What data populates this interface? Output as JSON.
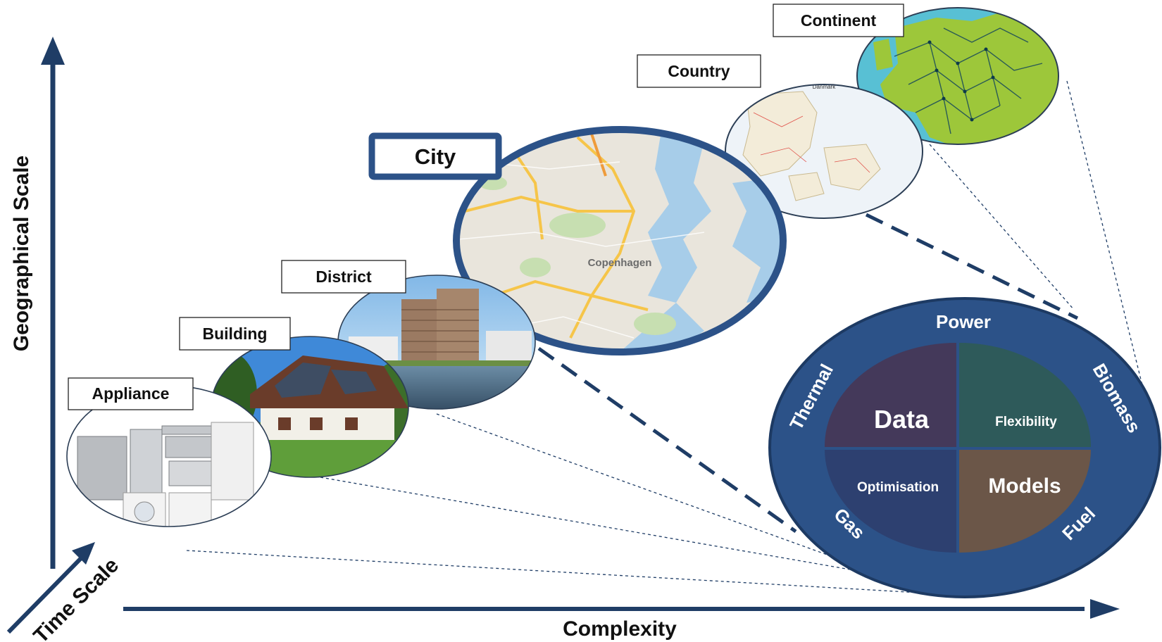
{
  "axes": {
    "vertical_label": "Geographical Scale",
    "horizontal_label": "Complexity",
    "diagonal_label": "Time Scale"
  },
  "levels": [
    {
      "label": "Appliance",
      "image": "home-appliances-photo"
    },
    {
      "label": "Building",
      "image": "house-with-solar-panels-photo"
    },
    {
      "label": "District",
      "image": "waterfront-district-photo"
    },
    {
      "label": "City",
      "image": "copenhagen-map"
    },
    {
      "label": "Country",
      "image": "denmark-map"
    },
    {
      "label": "Continent",
      "image": "europe-grid-map"
    }
  ],
  "map_text": {
    "city_name": "Copenhagen",
    "country_name": "Danmark"
  },
  "core": {
    "ring": {
      "top": "Power",
      "left": "Thermal",
      "right": "Biomass",
      "bottom_left": "Gas",
      "bottom_right": "Fuel"
    },
    "quadrants": {
      "top_left": "Data",
      "top_right": "Flexibility",
      "bottom_left": "Optimisation",
      "bottom_right": "Models"
    }
  },
  "colors": {
    "axis": "#1f3d66",
    "ring": "#2c5288",
    "ring_border": "#1d3a63",
    "data_quadrant": "#44395a",
    "flexibility_quadrant": "#2e5a5a",
    "optimisation_quadrant": "#2d4070",
    "models_quadrant": "#6b5648",
    "dashed_connector": "#1f3d66"
  }
}
